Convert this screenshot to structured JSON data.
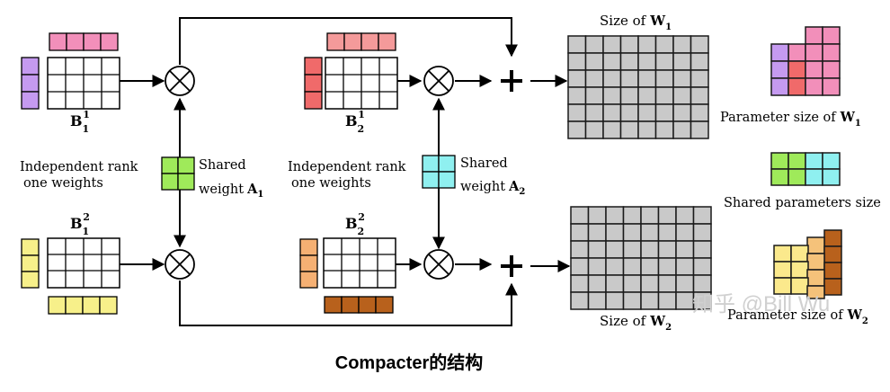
{
  "colors": {
    "pink": "#f28fba",
    "salmon": "#f49a9a",
    "purple": "#c59af0",
    "red": "#f06a6a",
    "green": "#9fea5a",
    "cyan": "#8ff0f0",
    "yellow": "#f7f08a",
    "orange": "#f5b073",
    "brown": "#b8611c",
    "gray": "#c9c9c9",
    "pale_yellow": "#fbe98c",
    "pale_orange": "#f5c27a",
    "watermark": "#d0d0d0"
  },
  "labels": {
    "b11": {
      "base": "B",
      "sub": "1",
      "sup": "1"
    },
    "b12": {
      "base": "B",
      "sub": "2",
      "sup": "1"
    },
    "b21": {
      "base": "B",
      "sub": "1",
      "sup": "2"
    },
    "b22": {
      "base": "B",
      "sub": "2",
      "sup": "2"
    },
    "independent_1_line1": "Independent rank",
    "independent_1_line2": "one weights",
    "independent_2_line1": "Independent rank",
    "independent_2_line2": "one weights",
    "shared_a1_line1": "Shared",
    "shared_a1_line2": "weight",
    "shared_a1_sym": "A",
    "shared_a1_sub": "1",
    "shared_a2_line1": "Shared",
    "shared_a2_line2": "weight",
    "shared_a2_sym": "A",
    "shared_a2_sub": "2",
    "size_w1_text": "Size of",
    "size_w1_sym": "W",
    "size_w1_sub": "1",
    "size_w2_text": "Size of",
    "size_w2_sym": "W",
    "size_w2_sub": "2",
    "param_w1_text": "Parameter size of",
    "param_w1_sym": "W",
    "param_w1_sub": "1",
    "shared_params_size": "Shared parameters size",
    "param_w2_text": "Parameter size of",
    "param_w2_sym": "W",
    "param_w2_sub": "2"
  },
  "caption": "Compacter的结构",
  "watermark": "知乎 @Bill Wu"
}
